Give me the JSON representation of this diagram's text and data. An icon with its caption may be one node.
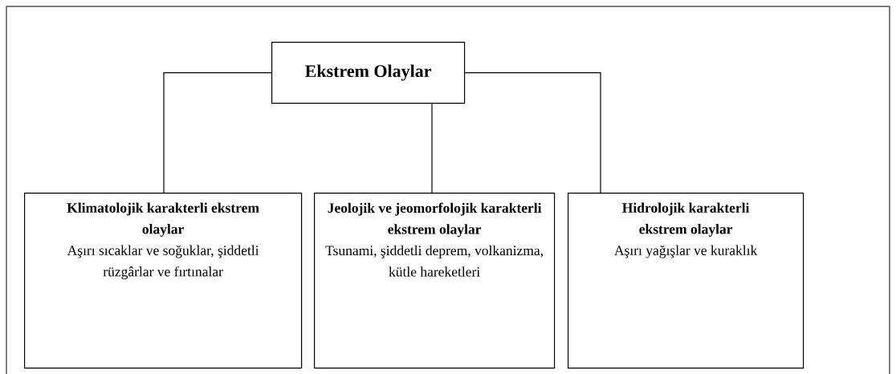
{
  "diagram": {
    "nodes": [
      {
        "text": [
          "Ekstrem Olaylar"
        ]
      },
      {
        "text": [
          "Klimatolojik karakterli ekstrem olaylar",
          "Aşırı sıcaklar ve soğuklar, şiddetli rüzgârlar ve fırtınalar"
        ]
      },
      {
        "text": [
          "Jeolojik ve jeomorfolojik karakterli ekstrem olaylar",
          "Tsunami, şiddetli deprem, volkanizma, kütle hareketleri"
        ]
      },
      {
        "text": [
          "Hidrolojik karakterli ekstrem olaylar",
          "Aşırı yağışlar ve kuraklık"
        ]
      }
    ],
    "edges": [
      {
        "from": 0,
        "to": 1,
        "arrow": "none"
      },
      {
        "from": 0,
        "to": 2,
        "arrow": "none"
      },
      {
        "from": 0,
        "to": 3,
        "arrow": "none"
      }
    ]
  }
}
